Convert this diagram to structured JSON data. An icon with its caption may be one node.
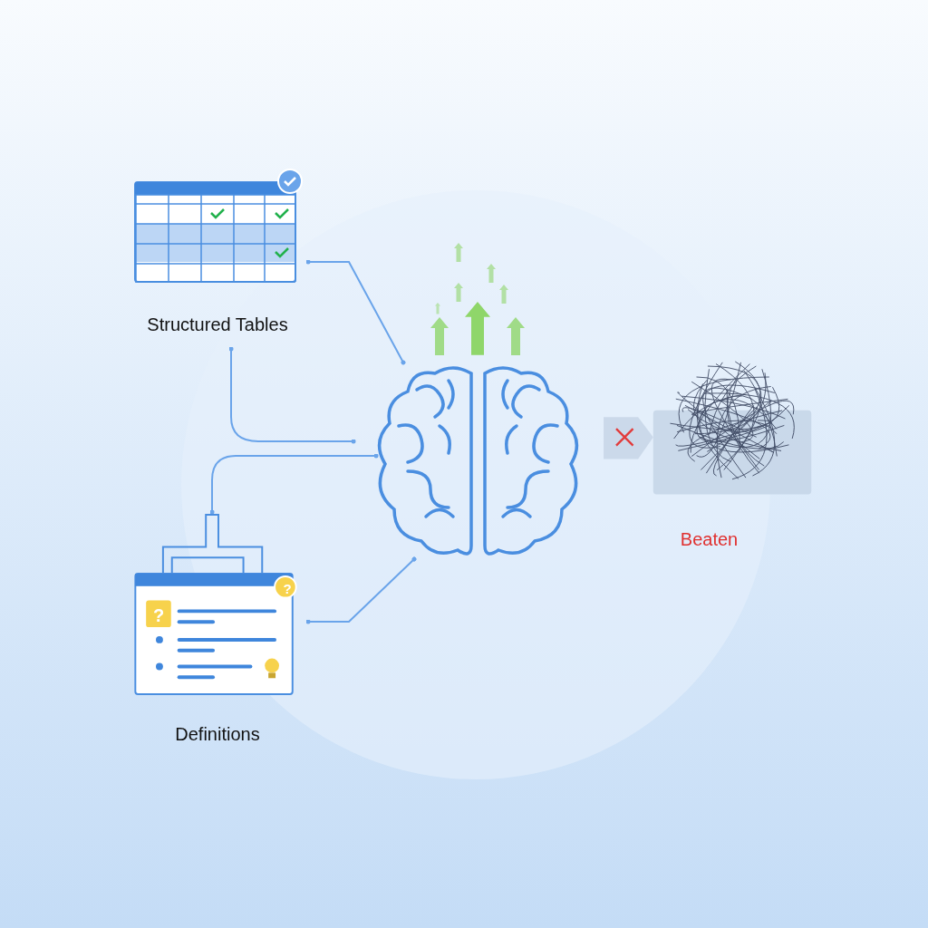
{
  "diagram": {
    "nodes": [
      {
        "text": [
          "Structured Tables"
        ]
      },
      {
        "text": [
          "Definitions"
        ]
      },
      {
        "text": [],
        "shape": "picture"
      },
      {
        "text": [
          "Beaten"
        ]
      }
    ],
    "edges": [
      {
        "from": 0,
        "to": 2,
        "arrow": "other"
      },
      {
        "from": 0,
        "to": 2,
        "arrow": "other"
      },
      {
        "from": 2,
        "to": 1,
        "arrow": "other"
      },
      {
        "from": 1,
        "to": 2,
        "arrow": "other"
      }
    ],
    "labels": [
      "?",
      "?"
    ]
  }
}
